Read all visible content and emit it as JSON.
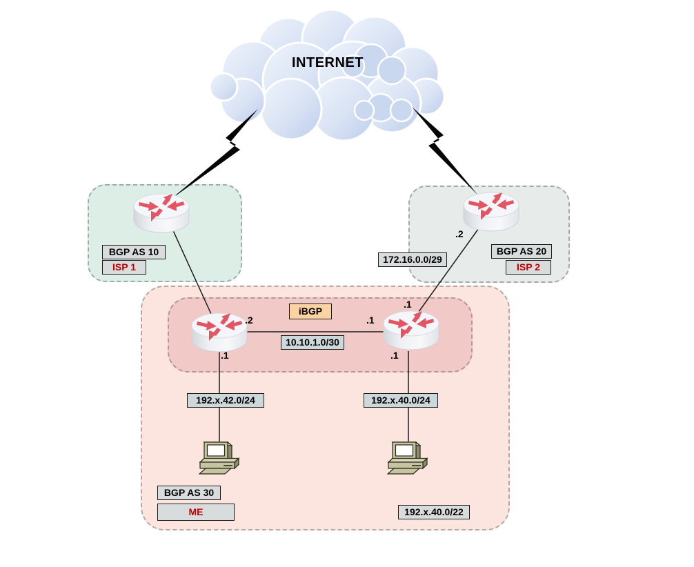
{
  "title": "INTERNET",
  "isp1": {
    "as_label": "BGP AS 10",
    "name": "ISP 1"
  },
  "isp2": {
    "as_label": "BGP AS 20",
    "name": "ISP 2",
    "wan_port": ".2"
  },
  "as30": {
    "as_label": "BGP AS 30",
    "name": "ME",
    "ibgp_label": "iBGP",
    "aggregate_label": "192.x.40.0/22"
  },
  "links": {
    "isp2_uplink": {
      "network": "172.16.0.0/29",
      "r2_port": ".1"
    },
    "ibgp_link": {
      "network": "10.10.1.0/30",
      "r1_port": ".2",
      "r2_port": ".1"
    },
    "lan1": {
      "network": "192.x.42.0/24",
      "r1_port": ".1"
    },
    "lan2": {
      "network": "192.x.40.0/24",
      "r2_port": ".1"
    }
  },
  "icons": {
    "routers": [
      "isp1-router",
      "isp2-router",
      "as30-router-1",
      "as30-router-2"
    ],
    "hosts": [
      "lan1-pc",
      "lan2-pc"
    ],
    "cloud": "internet-cloud",
    "bolts": [
      "lightning-left",
      "lightning-right"
    ]
  },
  "colors": {
    "isp1_zone": "#dceee6",
    "isp2_zone": "#e7ebea",
    "as30_zone": "#fbe5de",
    "ibgp_zone": "#f1c9c7",
    "ibgp_tag": "#fbd3a2",
    "label_gray": "#d8dcdc",
    "label_blue": "#ccd8da",
    "red_text": "#c00000",
    "router_arrows": "#e25663",
    "cloud_blue": "#c3d2ec"
  }
}
